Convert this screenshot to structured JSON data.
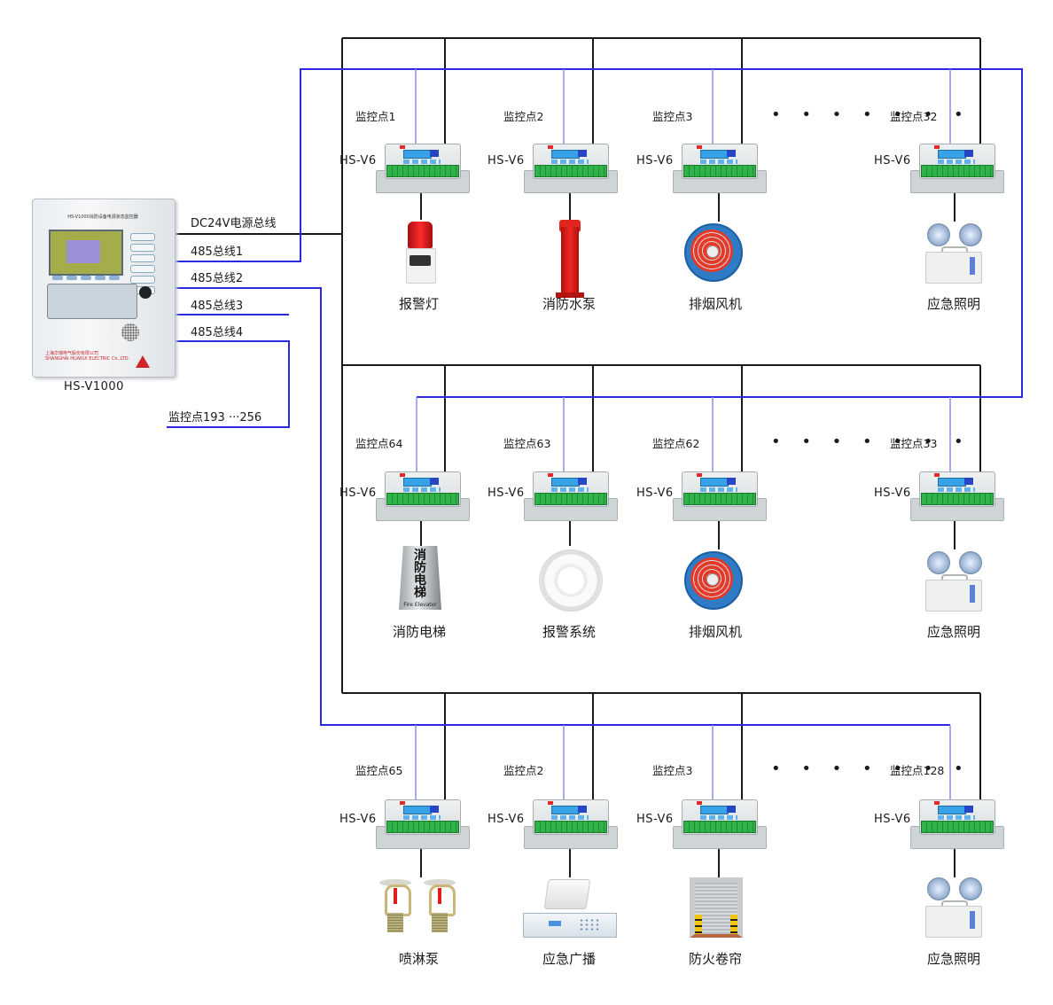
{
  "diagram": {
    "title": "HS-V1000 fire-equipment power monitoring topology",
    "controller": {
      "model": "HS-V1000",
      "panel_title": "HS-V1000消防设备电源状态监控器",
      "maker_cn": "上海华瑞电气股份有限公司",
      "maker_en": "SHANGHAI HUARUI ELECTRIC Co.,LTD."
    },
    "buses": [
      {
        "id": "power",
        "label": "DC24V电源总线",
        "color": "#1a1a1a"
      },
      {
        "id": "485-1",
        "label": "485总线1",
        "color": "#2a2ae0"
      },
      {
        "id": "485-2",
        "label": "485总线2",
        "color": "#2a2ae0"
      },
      {
        "id": "485-3",
        "label": "485总线3",
        "color": "#2a2ae0"
      },
      {
        "id": "485-4",
        "label": "485总线4",
        "color": "#2a2ae0"
      }
    ],
    "bus4_endpoint_label": "监控点193 ···256",
    "ellipsis": "• • • • • • •",
    "module_model": "HS-V6",
    "rows": [
      {
        "nodes": [
          {
            "point": "监控点1",
            "device": "报警灯",
            "icon": "alarm-beacon"
          },
          {
            "point": "监控点2",
            "device": "消防水泵",
            "icon": "fire-pump"
          },
          {
            "point": "监控点3",
            "device": "排烟风机",
            "icon": "smoke-fan"
          },
          {
            "point": "监控点32",
            "device": "应急照明",
            "icon": "emergency-light"
          }
        ]
      },
      {
        "nodes": [
          {
            "point": "监控点64",
            "device": "消防电梯",
            "icon": "fire-elevator-sign"
          },
          {
            "point": "监控点63",
            "device": "报警系统",
            "icon": "smoke-detector"
          },
          {
            "point": "监控点62",
            "device": "排烟风机",
            "icon": "smoke-fan"
          },
          {
            "point": "监控点33",
            "device": "应急照明",
            "icon": "emergency-light"
          }
        ]
      },
      {
        "nodes": [
          {
            "point": "监控点65",
            "device": "喷淋泵",
            "icon": "sprinkler"
          },
          {
            "point": "监控点2",
            "device": "应急广播",
            "icon": "emergency-broadcast"
          },
          {
            "point": "监控点3",
            "device": "防火卷帘",
            "icon": "fire-shutter"
          },
          {
            "point": "监控点128",
            "device": "应急照明",
            "icon": "emergency-light"
          }
        ]
      }
    ],
    "elevator_sign": {
      "cn": [
        "消",
        "防",
        "电",
        "梯"
      ],
      "en": "Fire Elevator"
    }
  }
}
